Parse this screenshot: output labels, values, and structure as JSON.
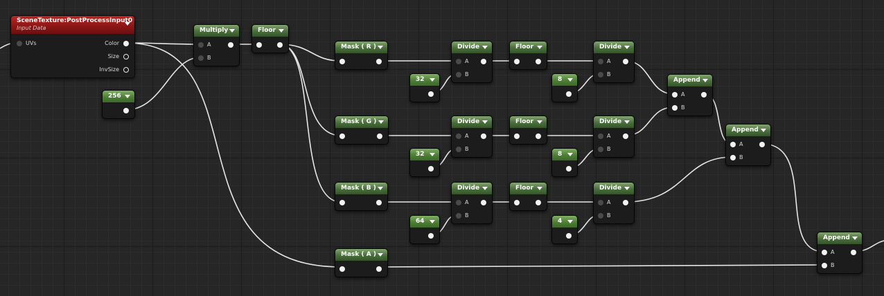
{
  "nodes": {
    "scene_texture": {
      "title": "SceneTexture:PostProcessInput0",
      "subtitle": "Input Data",
      "inputs": [
        "UVs"
      ],
      "outputs": [
        "Color",
        "Size",
        "InvSize"
      ]
    },
    "const_256": {
      "title": "256"
    },
    "multiply": {
      "title": "Multiply",
      "in_a": "A",
      "in_b": "B"
    },
    "floor_main": {
      "title": "Floor"
    },
    "mask_r": {
      "title": "Mask ( R )"
    },
    "mask_g": {
      "title": "Mask ( G )"
    },
    "mask_b": {
      "title": "Mask ( B )"
    },
    "mask_a": {
      "title": "Mask ( A )"
    },
    "divide_r1": {
      "title": "Divide",
      "in_a": "A",
      "in_b": "B"
    },
    "divide_g1": {
      "title": "Divide",
      "in_a": "A",
      "in_b": "B"
    },
    "divide_b1": {
      "title": "Divide",
      "in_a": "A",
      "in_b": "B"
    },
    "const_32_r": {
      "title": "32"
    },
    "const_32_g": {
      "title": "32"
    },
    "const_64_b": {
      "title": "64"
    },
    "floor_r": {
      "title": "Floor"
    },
    "floor_g": {
      "title": "Floor"
    },
    "floor_b": {
      "title": "Floor"
    },
    "divide_r2": {
      "title": "Divide",
      "in_a": "A",
      "in_b": "B"
    },
    "divide_g2": {
      "title": "Divide",
      "in_a": "A",
      "in_b": "B"
    },
    "divide_b2": {
      "title": "Divide",
      "in_a": "A",
      "in_b": "B"
    },
    "const_8_r": {
      "title": "8"
    },
    "const_8_g": {
      "title": "8"
    },
    "const_4_b": {
      "title": "4"
    },
    "append_1": {
      "title": "Append",
      "in_a": "A",
      "in_b": "B"
    },
    "append_2": {
      "title": "Append",
      "in_a": "A",
      "in_b": "B"
    },
    "append_3": {
      "title": "Append",
      "in_a": "A",
      "in_b": "B"
    }
  },
  "colors": {
    "background": "#262626",
    "node_body": "#1b1c1b",
    "math_header": "#4a6e3c",
    "constant_header": "#4f7e37",
    "texture_header": "#8a1515",
    "wire": "#e6e6e6",
    "pin": "#f2f2f2"
  }
}
